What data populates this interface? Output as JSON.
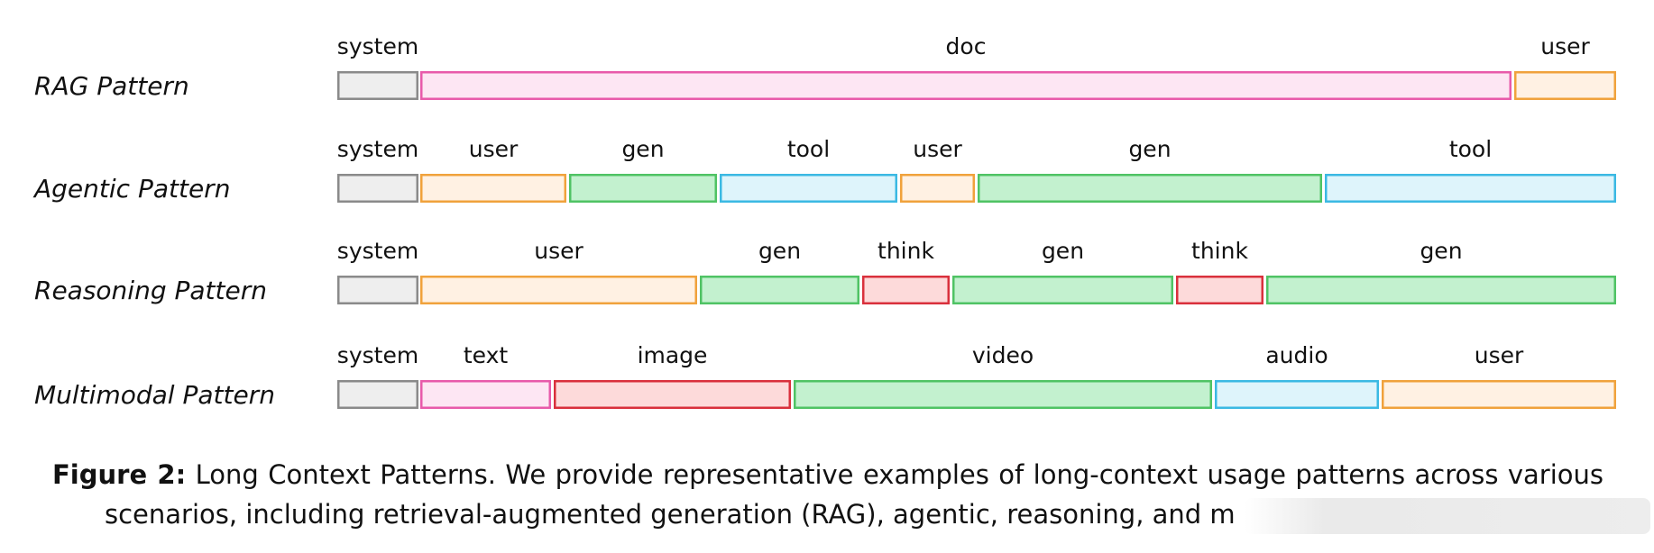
{
  "colors": {
    "system": {
      "fill": "#eeeeee",
      "stroke": "#8a8a8a"
    },
    "doc": {
      "fill": "#fde6f3",
      "stroke": "#e85aaa"
    },
    "text": {
      "fill": "#fde6f3",
      "stroke": "#e85aaa"
    },
    "user": {
      "fill": "#fff1e3",
      "stroke": "#f0a23c"
    },
    "gen": {
      "fill": "#c3f1cf",
      "stroke": "#4fc364"
    },
    "video": {
      "fill": "#c3f1cf",
      "stroke": "#4fc364"
    },
    "tool": {
      "fill": "#def4fb",
      "stroke": "#3bb9e3"
    },
    "audio": {
      "fill": "#def4fb",
      "stroke": "#3bb9e3"
    },
    "think": {
      "fill": "#fddada",
      "stroke": "#d9303c"
    },
    "image": {
      "fill": "#fddada",
      "stroke": "#d9303c"
    }
  },
  "rows": [
    {
      "label": "RAG Pattern",
      "segments": [
        {
          "label": "system",
          "type": "system",
          "span": [
            0,
            90
          ]
        },
        {
          "label": "doc",
          "type": "doc",
          "span": [
            92,
            1302
          ]
        },
        {
          "label": "user",
          "type": "user",
          "span": [
            1305,
            1418
          ]
        }
      ]
    },
    {
      "label": "Agentic Pattern",
      "segments": [
        {
          "label": "system",
          "type": "system",
          "span": [
            0,
            90
          ]
        },
        {
          "label": "user",
          "type": "user",
          "span": [
            92,
            254
          ]
        },
        {
          "label": "gen",
          "type": "gen",
          "span": [
            257,
            421
          ]
        },
        {
          "label": "tool",
          "type": "tool",
          "span": [
            424,
            621
          ]
        },
        {
          "label": "user",
          "type": "user",
          "span": [
            624,
            707
          ]
        },
        {
          "label": "gen",
          "type": "gen",
          "span": [
            710,
            1092
          ]
        },
        {
          "label": "tool",
          "type": "tool",
          "span": [
            1095,
            1418
          ]
        }
      ]
    },
    {
      "label": "Reasoning Pattern",
      "segments": [
        {
          "label": "system",
          "type": "system",
          "span": [
            0,
            90
          ]
        },
        {
          "label": "user",
          "type": "user",
          "span": [
            92,
            399
          ]
        },
        {
          "label": "gen",
          "type": "gen",
          "span": [
            402,
            579
          ]
        },
        {
          "label": "think",
          "type": "think",
          "span": [
            582,
            679
          ]
        },
        {
          "label": "gen",
          "type": "gen",
          "span": [
            682,
            927
          ]
        },
        {
          "label": "think",
          "type": "think",
          "span": [
            930,
            1027
          ]
        },
        {
          "label": "gen",
          "type": "gen",
          "span": [
            1030,
            1418
          ]
        }
      ]
    },
    {
      "label": "Multimodal Pattern",
      "segments": [
        {
          "label": "system",
          "type": "system",
          "span": [
            0,
            90
          ]
        },
        {
          "label": "text",
          "type": "text",
          "span": [
            92,
            237
          ]
        },
        {
          "label": "image",
          "type": "image",
          "span": [
            240,
            503
          ]
        },
        {
          "label": "video",
          "type": "video",
          "span": [
            506,
            970
          ]
        },
        {
          "label": "audio",
          "type": "audio",
          "span": [
            973,
            1155
          ]
        },
        {
          "label": "user",
          "type": "user",
          "span": [
            1158,
            1418
          ]
        }
      ]
    }
  ],
  "caption": {
    "label": "Figure 2:",
    "text": "Long Context Patterns. We provide representative examples of long-context usage patterns across various scenarios, including retrieval-augmented generation (RAG), agentic, reasoning, and m"
  }
}
